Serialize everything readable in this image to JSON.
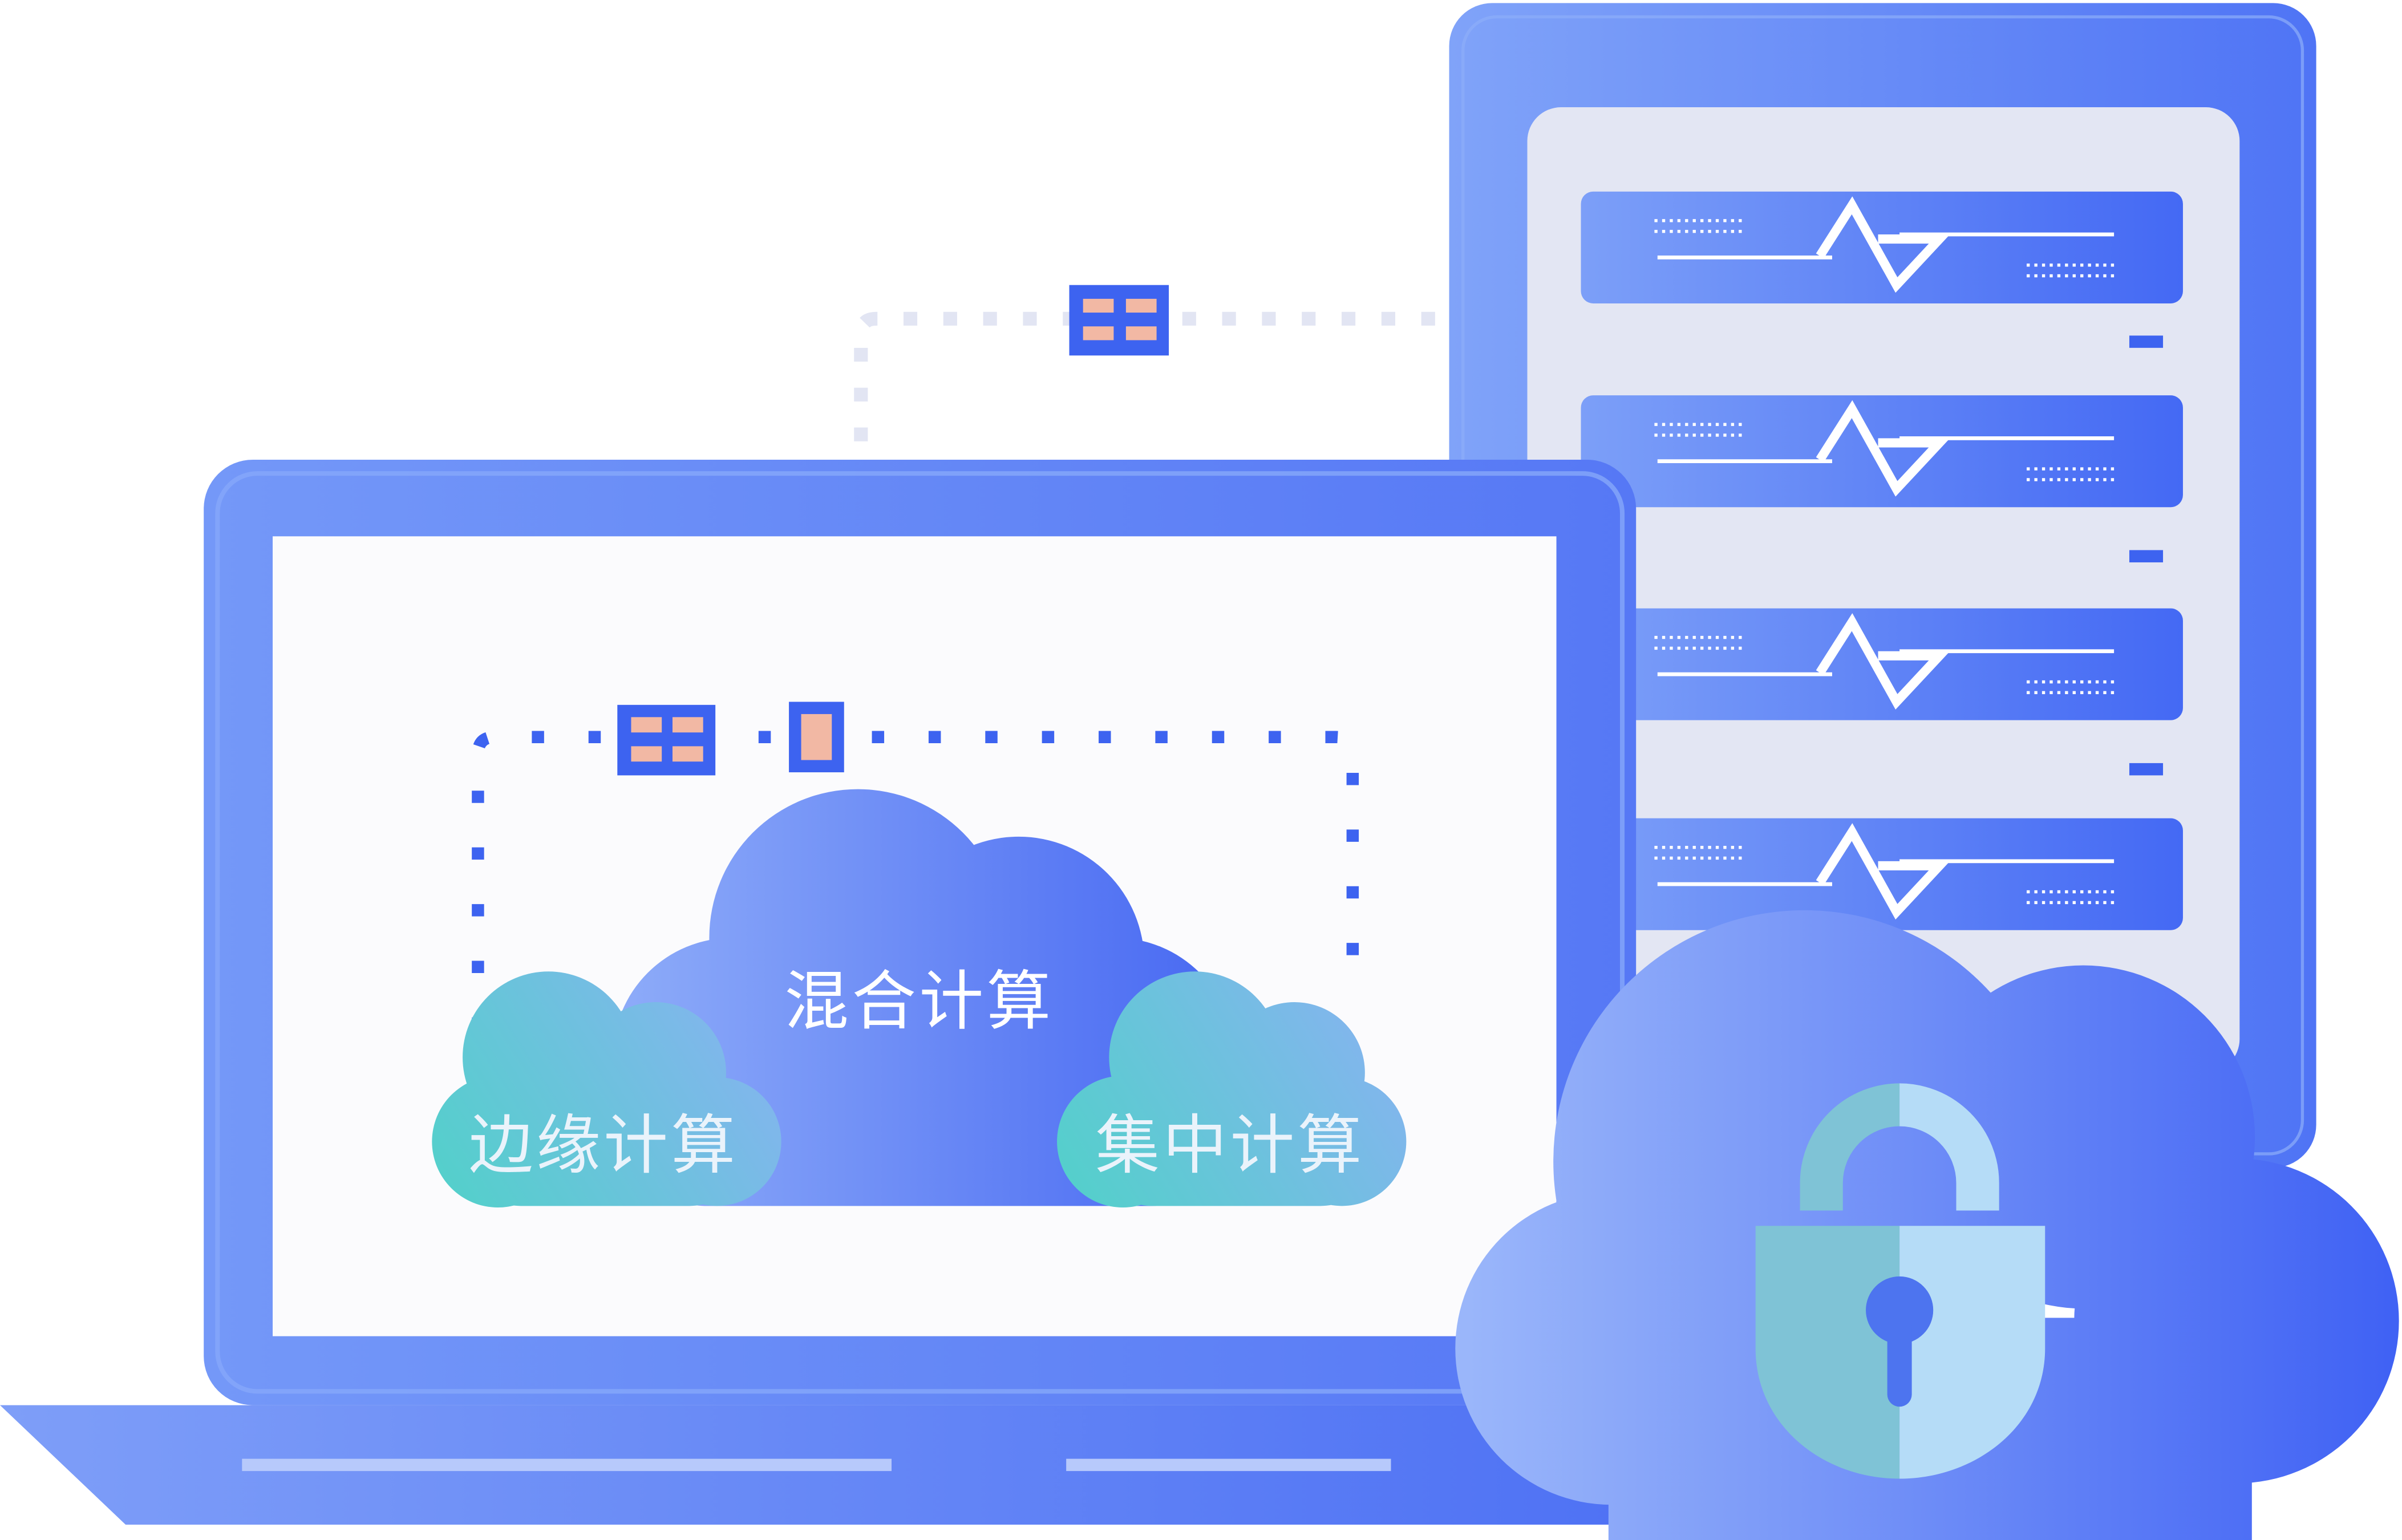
{
  "labels": {
    "hybrid_computing": "混合计算",
    "edge_computing": "边缘计算",
    "central_computing": "集中计算"
  },
  "icons": {
    "server": "server-rack-icon",
    "laptop": "laptop-icon",
    "lock": "padlock-icon",
    "data_block": "data-block-icon"
  },
  "colors": {
    "primary_blue": "#5678F5",
    "deep_blue": "#3D63F0",
    "light_blue": "#8EACF9",
    "teal": "#51D1C9",
    "peach": "#F2B8A4",
    "panel_gray": "#E3E6F3",
    "screen_white": "#FBFBFD",
    "lock_teal": "#7FC3D6",
    "lock_light": "#B5DCF7"
  }
}
